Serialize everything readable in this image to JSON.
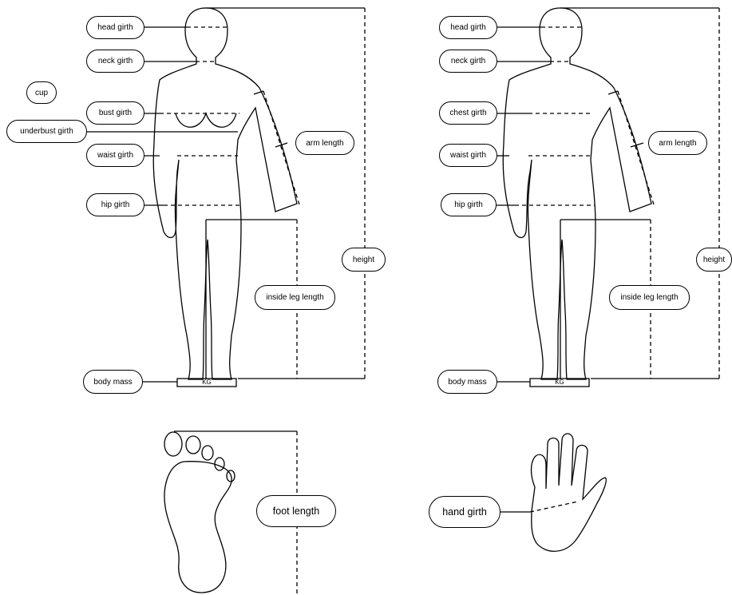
{
  "female": {
    "labels": {
      "head_girth": "head girth",
      "neck_girth": "neck girth",
      "cup": "cup",
      "bust_girth": "bust girth",
      "underbust_girth": "underbust girth",
      "waist_girth": "waist girth",
      "arm_length": "arm length",
      "hip_girth": "hip girth",
      "height": "height",
      "inside_leg_length": "inside leg length",
      "body_mass": "body mass",
      "scale": "KG"
    }
  },
  "male": {
    "labels": {
      "head_girth": "head girth",
      "neck_girth": "neck girth",
      "chest_girth": "chest girth",
      "waist_girth": "waist girth",
      "arm_length": "arm length",
      "hip_girth": "hip girth",
      "height": "height",
      "inside_leg_length": "inside leg length",
      "body_mass": "body mass",
      "scale": "KG"
    }
  },
  "foot": {
    "label": "foot length"
  },
  "hand": {
    "label": "hand girth"
  }
}
